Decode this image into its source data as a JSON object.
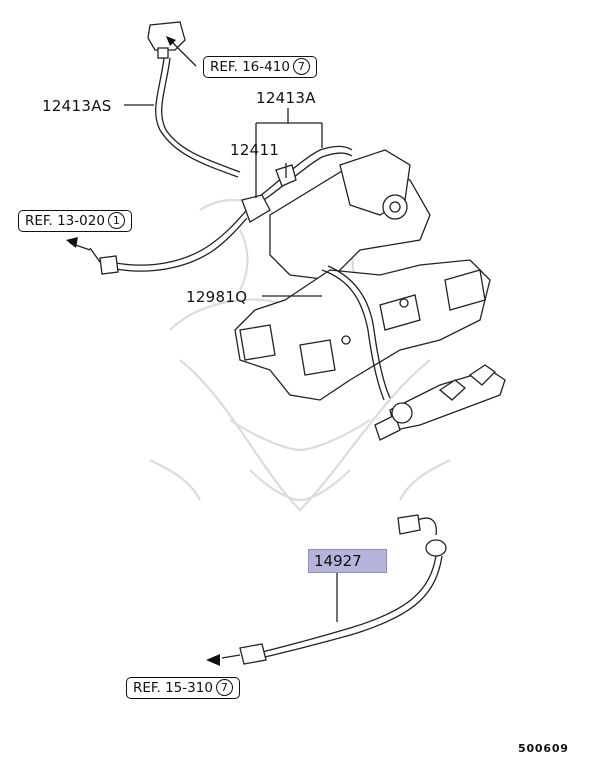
{
  "labels": {
    "p12413AS": "12413AS",
    "p12413A": "12413A",
    "p12411": "12411",
    "p12981Q": "12981Q",
    "p14927": "14927"
  },
  "refs": {
    "ref_top": {
      "text": "REF. 16-410",
      "num": "7"
    },
    "ref_left": {
      "text": "REF. 13-020",
      "num": "1"
    },
    "ref_bottom": {
      "text": "REF. 15-310",
      "num": "7"
    }
  },
  "diagram_code": "500609",
  "colors": {
    "highlight": "#b7b4dc",
    "line": "#222222",
    "watermark": "#dcdcdc"
  }
}
